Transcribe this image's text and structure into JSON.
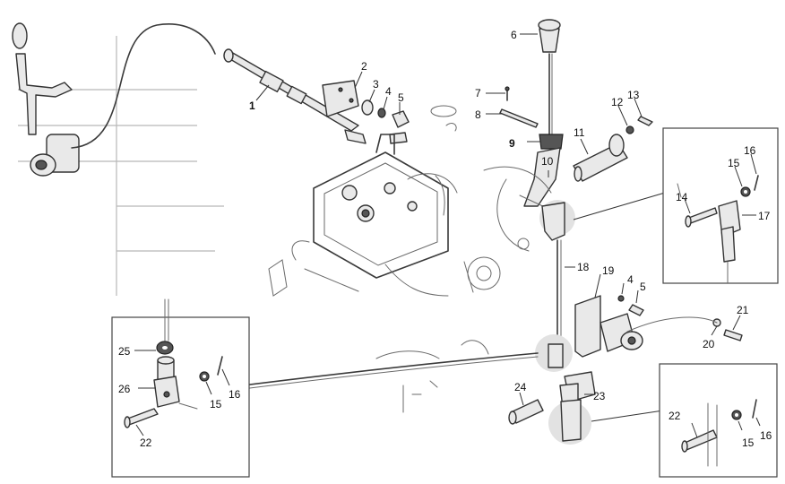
{
  "callouts": {
    "c1": "1",
    "c2": "2",
    "c3": "3",
    "c4": "4",
    "c5": "5",
    "c6": "6",
    "c7": "7",
    "c8": "8",
    "c9": "9",
    "c10": "10",
    "c11": "11",
    "c12": "12",
    "c13": "13",
    "c14": "14",
    "c15": "15",
    "c16": "16",
    "c17": "17",
    "c18": "18",
    "c19": "19",
    "c4b": "4",
    "c5b": "5",
    "c20": "20",
    "c21": "21",
    "c22": "22",
    "c23": "23",
    "c24": "24",
    "c25": "25",
    "c26": "26",
    "c15b": "15",
    "c16b": "16",
    "c22b": "22",
    "c15c": "15",
    "c16c": "16"
  },
  "icons": [
    "hand-lever",
    "gear-shift-knob",
    "clevis",
    "pin",
    "washer",
    "cotter-pin"
  ]
}
